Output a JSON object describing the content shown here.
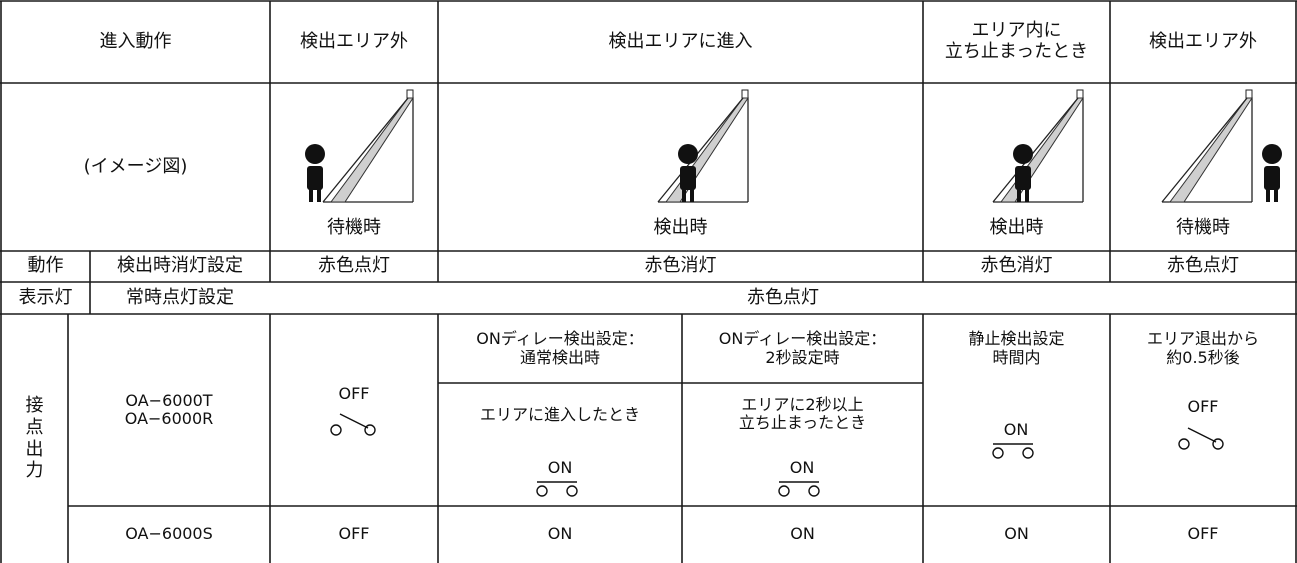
{
  "header": {
    "entry_action": "進入動作",
    "outside_area_1": "検出エリア外",
    "enter_area": "検出エリアに進入",
    "stop_in_area": "エリア内に\n立ち止まったとき",
    "outside_area_2": "検出エリア外"
  },
  "image_row": {
    "label": "(イメージ図)",
    "captions": [
      "待機時",
      "検出時",
      "検出時",
      "待機時"
    ]
  },
  "indicator": {
    "label_1": "動作",
    "label_2": "表示灯",
    "mode_detect_off": "検出時消灯設定",
    "mode_always_on": "常時点灯設定",
    "detect_off_values": [
      "赤色点灯",
      "赤色消灯",
      "赤色消灯",
      "赤色点灯"
    ],
    "always_on_value": "赤色点灯"
  },
  "contact": {
    "label": "接点出力",
    "label_chars": [
      "接",
      "点",
      "出",
      "力"
    ],
    "model_tr": "OA−6000T\nOA−6000R",
    "model_s": "OA−6000S",
    "outside_1_state": "OFF",
    "on_delay_normal_title": "ONディレー検出設定：\n通常検出時",
    "on_delay_2s_title": "ONディレー検出設定：\n2秒設定時",
    "still_title": "静止検出設定\n時間内",
    "exit_title": "エリア退出から\n約0.5秒後",
    "normal_condition": "エリアに進入したとき",
    "delay_condition": "エリアに2秒以上\n立ち止まったとき",
    "normal_state": "ON",
    "delay_state": "ON",
    "still_state": "ON",
    "exit_state": "OFF",
    "s_values": [
      "OFF",
      "ON",
      "ON",
      "ON",
      "OFF"
    ]
  }
}
